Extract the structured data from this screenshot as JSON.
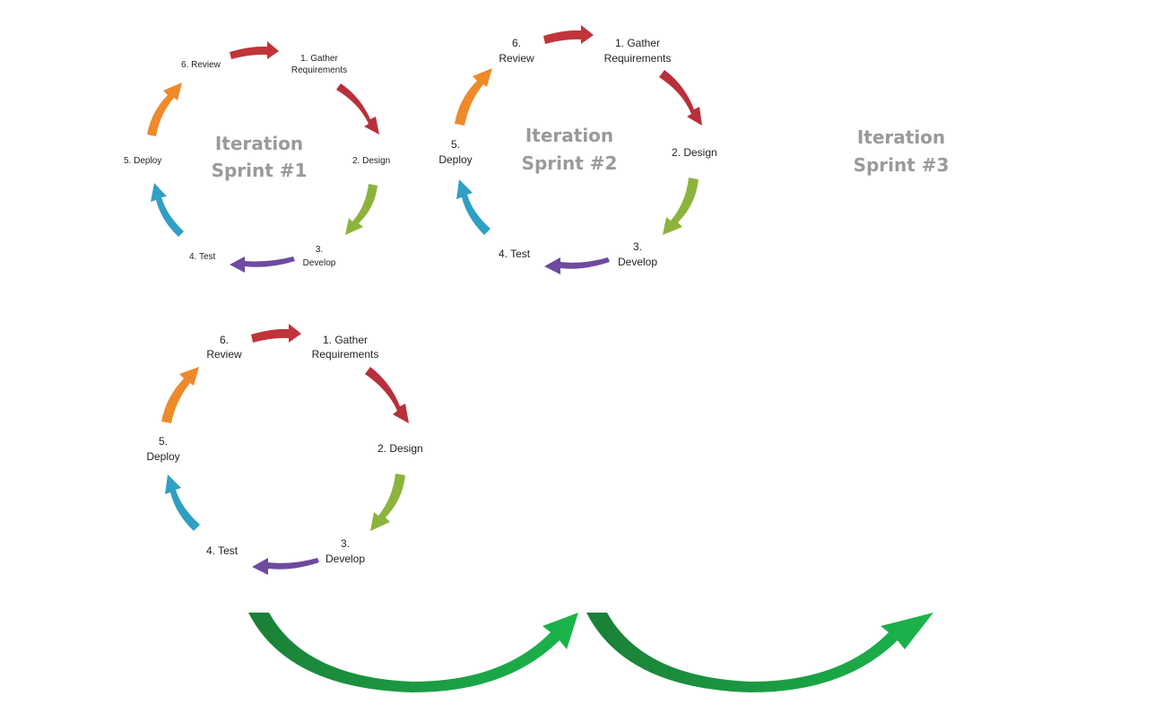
{
  "colors": {
    "gather": "#c0343a",
    "design": "#c0343a",
    "develop_arrow": "#8cb43c",
    "test_arrow": "#6e4aa0",
    "deploy_arrow": "#2f9fc4",
    "review_arrow": "#ee8a2a",
    "top_arrow": "#c0343a",
    "sprint_title": "#9a9a9a",
    "transition_dark": "#1e8a3c",
    "transition_light": "#17b04a"
  },
  "cycles": [
    {
      "title_line1": "Iteration",
      "title_line2": "Sprint #1",
      "stages": {
        "review": "6. Review",
        "gather_1": "1. Gather",
        "gather_2": "Requirements",
        "design": "2. Design",
        "develop_1": "3.",
        "develop_2": "Develop",
        "test": "4. Test",
        "deploy": "5. Deploy"
      }
    },
    {
      "title_line1": "Iteration",
      "title_line2": "Sprint #2",
      "stages": {
        "review_1": "6.",
        "review_2": "Review",
        "gather_1": "1. Gather",
        "gather_2": "Requirements",
        "design": "2. Design",
        "develop_1": "3.",
        "develop_2": "Develop",
        "test": "4. Test",
        "deploy_1": "5.",
        "deploy_2": "Deploy"
      }
    },
    {
      "title_line1": "Iteration",
      "title_line2": "Sprint #3"
    },
    {
      "stages": {
        "review_1": "6.",
        "review_2": "Review",
        "gather_1": "1. Gather",
        "gather_2": "Requirements",
        "design": "2. Design",
        "develop_1": "3.",
        "develop_2": "Develop",
        "test": "4. Test",
        "deploy_1": "5.",
        "deploy_2": "Deploy"
      }
    }
  ]
}
